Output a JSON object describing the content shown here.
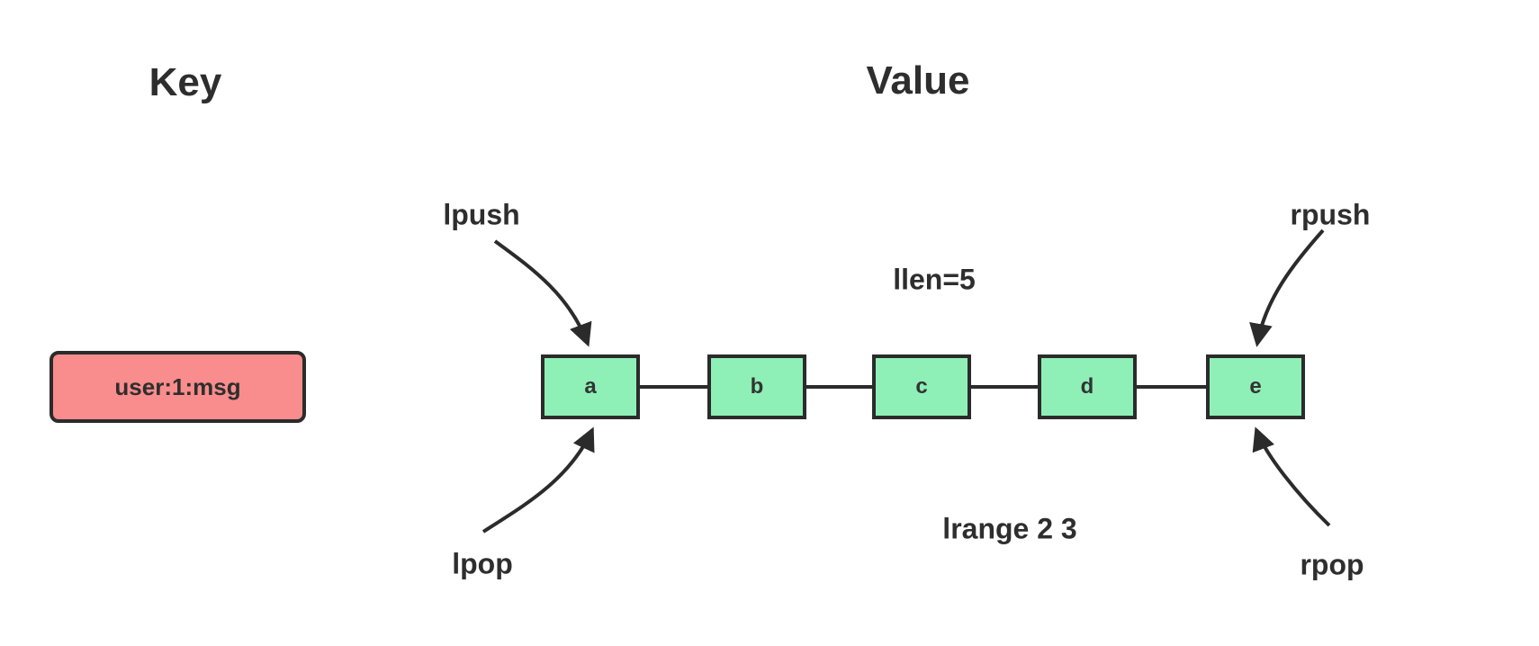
{
  "headers": {
    "key": "Key",
    "value": "Value"
  },
  "key_section": {
    "key_label": "user:1:msg"
  },
  "list": {
    "nodes": [
      "a",
      "b",
      "c",
      "d",
      "e"
    ],
    "length_annotation": "llen=5",
    "range_annotation": "lrange 2 3"
  },
  "operations": {
    "left_push": "lpush",
    "left_pop": "lpop",
    "right_push": "rpush",
    "right_pop": "rpop"
  },
  "colors": {
    "key_box_fill": "#f98c8c",
    "node_fill": "#8ef0b6",
    "stroke": "#2b2b2b",
    "text": "#2e2e2e",
    "background": "#ffffff"
  }
}
